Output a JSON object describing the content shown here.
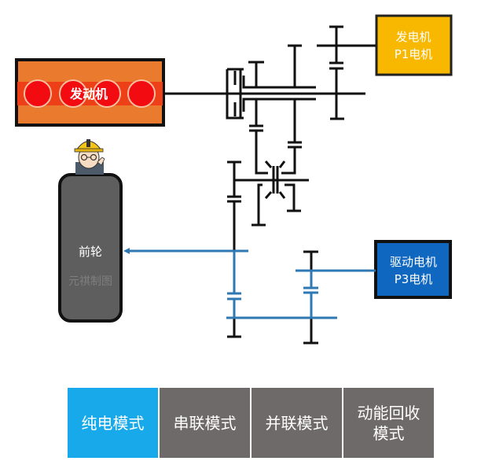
{
  "diagram": {
    "engine": {
      "label": "发动机",
      "fill": "#ea7a2e",
      "band": "#ee4018",
      "piston": "#f20b10",
      "piston_count": 4
    },
    "generator": {
      "line1": "发电机",
      "line2": "P1电机",
      "fill": "#f9b800"
    },
    "drive_motor": {
      "line1": "驱动电机",
      "line2": "P3电机",
      "fill": "#1067c0"
    },
    "front_wheel": {
      "label": "前轮",
      "watermark": "元祺制图",
      "fill": "#5e5e5e"
    },
    "mascot": "engineer-with-hardhat",
    "power_flow_color": "#2e78b3",
    "mechanism_color": "#111111"
  },
  "modes": {
    "active_index": 0,
    "items": [
      {
        "label": "纯电模式"
      },
      {
        "label": "串联模式"
      },
      {
        "label": "并联模式"
      },
      {
        "label": "动能回收模式"
      }
    ]
  }
}
